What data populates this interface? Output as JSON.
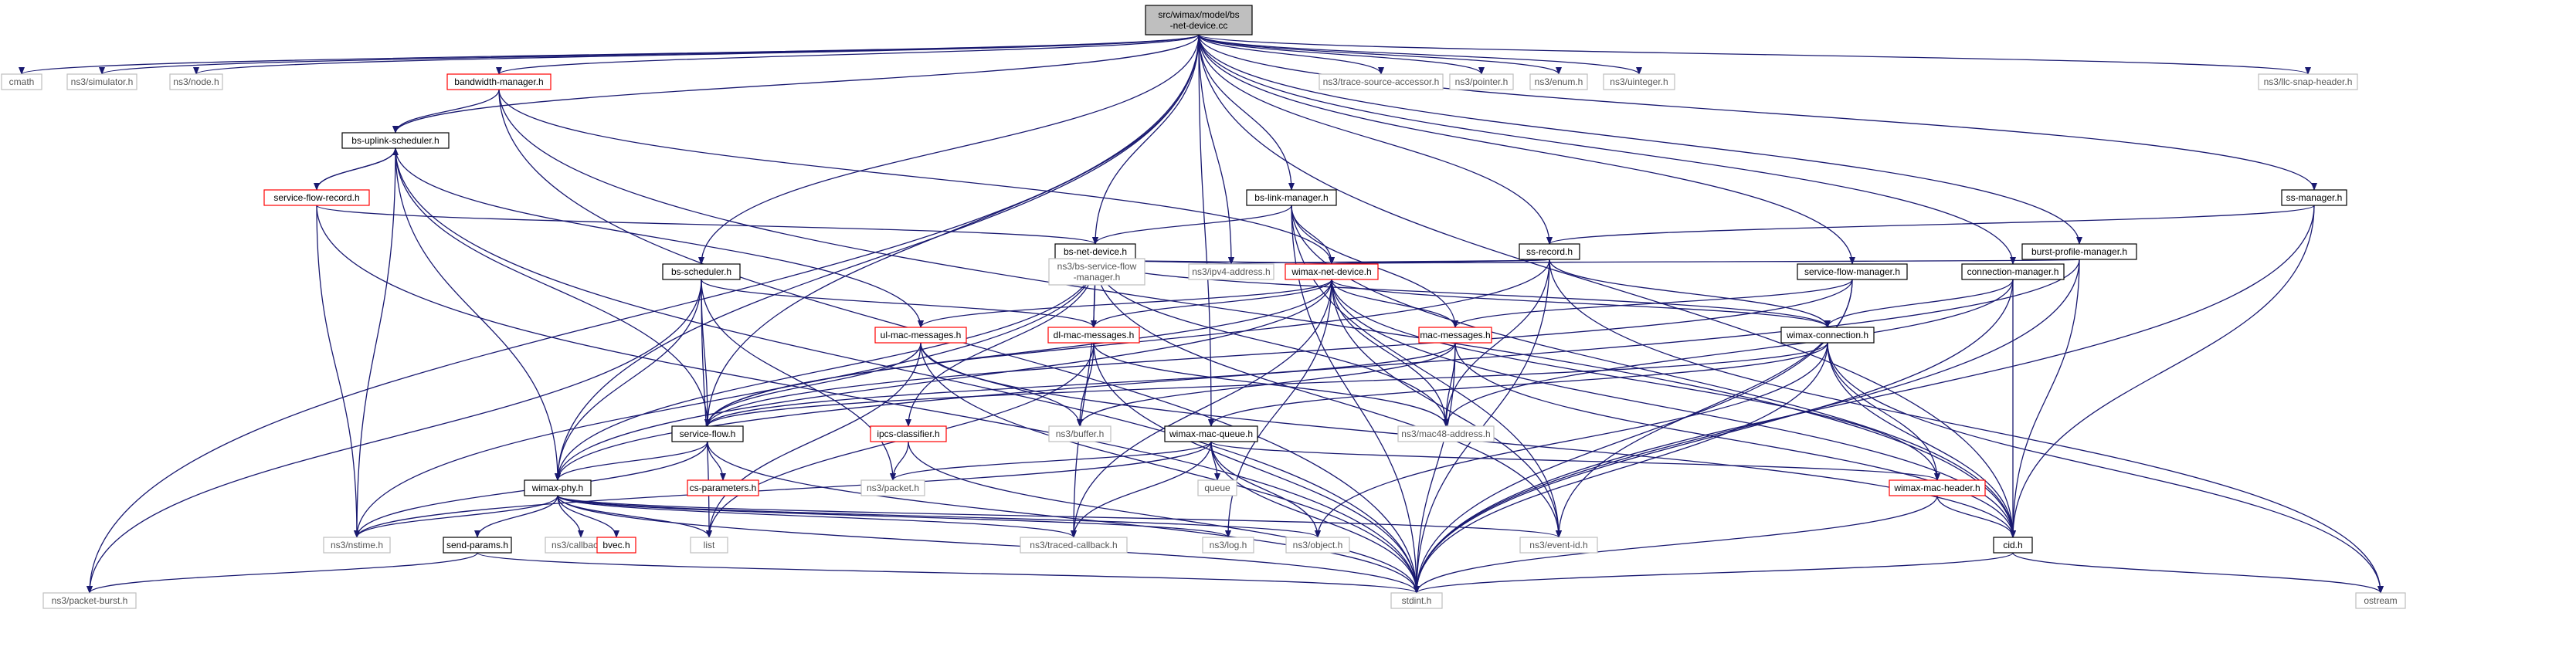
{
  "graph": {
    "colors": {
      "edge": "#191970",
      "root_fill": "#bfbfbf",
      "root_border": "#000000",
      "documented_border": "#000000",
      "red_border": "#ff0000",
      "external_border": "#bfbfbf",
      "external_text": "#555555",
      "node_text": "#000000",
      "node_fill": "#ffffff"
    },
    "nodes": [
      {
        "id": "root",
        "lines": [
          "src/wimax/model/bs",
          "-net-device.cc"
        ],
        "style": "root"
      },
      {
        "id": "cmath",
        "lines": [
          "cmath"
        ],
        "style": "external"
      },
      {
        "id": "simulator",
        "lines": [
          "ns3/simulator.h"
        ],
        "style": "external"
      },
      {
        "id": "node",
        "lines": [
          "ns3/node.h"
        ],
        "style": "external"
      },
      {
        "id": "bwmgr",
        "lines": [
          "bandwidth-manager.h"
        ],
        "style": "red"
      },
      {
        "id": "trace_src",
        "lines": [
          "ns3/trace-source-accessor.h"
        ],
        "style": "external"
      },
      {
        "id": "pointer",
        "lines": [
          "ns3/pointer.h"
        ],
        "style": "external"
      },
      {
        "id": "enum",
        "lines": [
          "ns3/enum.h"
        ],
        "style": "external"
      },
      {
        "id": "uinteger",
        "lines": [
          "ns3/uinteger.h"
        ],
        "style": "external"
      },
      {
        "id": "llc",
        "lines": [
          "ns3/llc-snap-header.h"
        ],
        "style": "external"
      },
      {
        "id": "bs_uplink",
        "lines": [
          "bs-uplink-scheduler.h"
        ],
        "style": "documented"
      },
      {
        "id": "sf_record",
        "lines": [
          "service-flow-record.h"
        ],
        "style": "red"
      },
      {
        "id": "bs_link",
        "lines": [
          "bs-link-manager.h"
        ],
        "style": "documented"
      },
      {
        "id": "ss_mgr",
        "lines": [
          "ss-manager.h"
        ],
        "style": "documented"
      },
      {
        "id": "bs_net",
        "lines": [
          "bs-net-device.h"
        ],
        "style": "documented"
      },
      {
        "id": "ss_record",
        "lines": [
          "ss-record.h"
        ],
        "style": "documented"
      },
      {
        "id": "burst_prof",
        "lines": [
          "burst-profile-manager.h"
        ],
        "style": "documented"
      },
      {
        "id": "bs_sched",
        "lines": [
          "bs-scheduler.h"
        ],
        "style": "documented"
      },
      {
        "id": "bs_sf_mgr",
        "lines": [
          "ns3/bs-service-flow",
          "-manager.h"
        ],
        "style": "external"
      },
      {
        "id": "ipv4",
        "lines": [
          "ns3/ipv4-address.h"
        ],
        "style": "external"
      },
      {
        "id": "wimax_net",
        "lines": [
          "wimax-net-device.h"
        ],
        "style": "red"
      },
      {
        "id": "sf_mgr",
        "lines": [
          "service-flow-manager.h"
        ],
        "style": "documented"
      },
      {
        "id": "conn_mgr",
        "lines": [
          "connection-manager.h"
        ],
        "style": "documented"
      },
      {
        "id": "ul_mac",
        "lines": [
          "ul-mac-messages.h"
        ],
        "style": "red"
      },
      {
        "id": "dl_mac",
        "lines": [
          "dl-mac-messages.h"
        ],
        "style": "red"
      },
      {
        "id": "mac_msgs",
        "lines": [
          "mac-messages.h"
        ],
        "style": "red"
      },
      {
        "id": "wimax_conn",
        "lines": [
          "wimax-connection.h"
        ],
        "style": "documented"
      },
      {
        "id": "sf",
        "lines": [
          "service-flow.h"
        ],
        "style": "documented"
      },
      {
        "id": "ipcs",
        "lines": [
          "ipcs-classifier.h"
        ],
        "style": "red"
      },
      {
        "id": "buffer",
        "lines": [
          "ns3/buffer.h"
        ],
        "style": "external"
      },
      {
        "id": "mac48",
        "lines": [
          "ns3/mac48-address.h"
        ],
        "style": "external"
      },
      {
        "id": "mac_queue",
        "lines": [
          "wimax-mac-queue.h"
        ],
        "style": "documented"
      },
      {
        "id": "cs_params",
        "lines": [
          "cs-parameters.h"
        ],
        "style": "red"
      },
      {
        "id": "packet",
        "lines": [
          "ns3/packet.h"
        ],
        "style": "external"
      },
      {
        "id": "queue",
        "lines": [
          "queue"
        ],
        "style": "external"
      },
      {
        "id": "mac_hdr",
        "lines": [
          "wimax-mac-header.h"
        ],
        "style": "red"
      },
      {
        "id": "phy",
        "lines": [
          "wimax-phy.h"
        ],
        "style": "documented"
      },
      {
        "id": "nstime",
        "lines": [
          "ns3/nstime.h"
        ],
        "style": "external"
      },
      {
        "id": "list",
        "lines": [
          "list"
        ],
        "style": "external"
      },
      {
        "id": "send_params",
        "lines": [
          "send-params.h"
        ],
        "style": "documented"
      },
      {
        "id": "callback",
        "lines": [
          "ns3/callback.h"
        ],
        "style": "external"
      },
      {
        "id": "bvec",
        "lines": [
          "bvec.h"
        ],
        "style": "red"
      },
      {
        "id": "traced_cb",
        "lines": [
          "ns3/traced-callback.h"
        ],
        "style": "external"
      },
      {
        "id": "log",
        "lines": [
          "ns3/log.h"
        ],
        "style": "external"
      },
      {
        "id": "object",
        "lines": [
          "ns3/object.h"
        ],
        "style": "external"
      },
      {
        "id": "event_id",
        "lines": [
          "ns3/event-id.h"
        ],
        "style": "external"
      },
      {
        "id": "cid",
        "lines": [
          "cid.h"
        ],
        "style": "documented"
      },
      {
        "id": "pkt_burst",
        "lines": [
          "ns3/packet-burst.h"
        ],
        "style": "external"
      },
      {
        "id": "stdint",
        "lines": [
          "stdint.h"
        ],
        "style": "external"
      },
      {
        "id": "ostream",
        "lines": [
          "ostream"
        ],
        "style": "external"
      }
    ],
    "edges": [
      [
        "root",
        "cmath"
      ],
      [
        "root",
        "simulator"
      ],
      [
        "root",
        "node"
      ],
      [
        "root",
        "bwmgr"
      ],
      [
        "root",
        "trace_src"
      ],
      [
        "root",
        "pointer"
      ],
      [
        "root",
        "enum"
      ],
      [
        "root",
        "uinteger"
      ],
      [
        "root",
        "llc"
      ],
      [
        "root",
        "bs_uplink"
      ],
      [
        "root",
        "bs_link"
      ],
      [
        "root",
        "ss_mgr"
      ],
      [
        "root",
        "bs_net"
      ],
      [
        "root",
        "ss_record"
      ],
      [
        "root",
        "burst_prof"
      ],
      [
        "root",
        "bs_sched"
      ],
      [
        "root",
        "ipv4"
      ],
      [
        "root",
        "sf_mgr"
      ],
      [
        "root",
        "conn_mgr"
      ],
      [
        "root",
        "sf"
      ],
      [
        "root",
        "mac_queue"
      ],
      [
        "root",
        "phy"
      ],
      [
        "root",
        "pkt_burst"
      ],
      [
        "root",
        "cid"
      ],
      [
        "bwmgr",
        "bs_uplink"
      ],
      [
        "bwmgr",
        "wimax_net"
      ],
      [
        "bwmgr",
        "stdint"
      ],
      [
        "bwmgr",
        "cid"
      ],
      [
        "bs_uplink",
        "sf_record"
      ],
      [
        "bs_uplink",
        "ul_mac"
      ],
      [
        "bs_uplink",
        "sf"
      ],
      [
        "bs_uplink",
        "phy"
      ],
      [
        "bs_uplink",
        "nstime"
      ],
      [
        "bs_uplink",
        "stdint"
      ],
      [
        "sf_record",
        "bs_uplink"
      ],
      [
        "sf_record",
        "bs_net"
      ],
      [
        "sf_record",
        "nstime"
      ],
      [
        "sf_record",
        "stdint"
      ],
      [
        "bs_link",
        "bs_net"
      ],
      [
        "bs_link",
        "wimax_net"
      ],
      [
        "bs_link",
        "mac_msgs"
      ],
      [
        "bs_link",
        "event_id"
      ],
      [
        "bs_link",
        "stdint"
      ],
      [
        "bs_link",
        "cid"
      ],
      [
        "ss_mgr",
        "ss_record"
      ],
      [
        "ss_mgr",
        "cid"
      ],
      [
        "ss_mgr",
        "stdint"
      ],
      [
        "bs_net",
        "bs_sf_mgr"
      ],
      [
        "bs_net",
        "ipv4"
      ],
      [
        "bs_net",
        "wimax_net"
      ],
      [
        "bs_net",
        "dl_mac"
      ],
      [
        "bs_net",
        "ipcs"
      ],
      [
        "bs_net",
        "wimax_conn"
      ],
      [
        "bs_net",
        "mac48"
      ],
      [
        "bs_net",
        "nstime"
      ],
      [
        "bs_net",
        "event_id"
      ],
      [
        "bs_net",
        "phy"
      ],
      [
        "bs_net",
        "traced_cb"
      ],
      [
        "ss_record",
        "ipv4"
      ],
      [
        "ss_record",
        "wimax_net"
      ],
      [
        "ss_record",
        "wimax_conn"
      ],
      [
        "ss_record",
        "mac48"
      ],
      [
        "ss_record",
        "sf"
      ],
      [
        "ss_record",
        "ostream"
      ],
      [
        "ss_record",
        "stdint"
      ],
      [
        "burst_prof",
        "wimax_net"
      ],
      [
        "burst_prof",
        "cid"
      ],
      [
        "burst_prof",
        "stdint"
      ],
      [
        "burst_prof",
        "phy"
      ],
      [
        "bs_sched",
        "dl_mac"
      ],
      [
        "bs_sched",
        "sf"
      ],
      [
        "bs_sched",
        "phy"
      ],
      [
        "bs_sched",
        "packet"
      ],
      [
        "bs_sched",
        "pkt_burst"
      ],
      [
        "bs_sched",
        "list"
      ],
      [
        "wimax_net",
        "ul_mac"
      ],
      [
        "wimax_net",
        "dl_mac"
      ],
      [
        "wimax_net",
        "mac_msgs"
      ],
      [
        "wimax_net",
        "wimax_conn"
      ],
      [
        "wimax_net",
        "mac48"
      ],
      [
        "wimax_net",
        "mac_hdr"
      ],
      [
        "wimax_net",
        "traced_cb"
      ],
      [
        "wimax_net",
        "log"
      ],
      [
        "wimax_net",
        "event_id"
      ],
      [
        "wimax_net",
        "cid"
      ],
      [
        "wimax_net",
        "sf"
      ],
      [
        "wimax_net",
        "phy"
      ],
      [
        "sf_mgr",
        "mac_msgs"
      ],
      [
        "sf_mgr",
        "event_id"
      ],
      [
        "sf_mgr",
        "stdint"
      ],
      [
        "sf_mgr",
        "sf"
      ],
      [
        "conn_mgr",
        "wimax_conn"
      ],
      [
        "conn_mgr",
        "cid"
      ],
      [
        "conn_mgr",
        "mac48"
      ],
      [
        "conn_mgr",
        "stdint"
      ],
      [
        "ul_mac",
        "buffer"
      ],
      [
        "ul_mac",
        "list"
      ],
      [
        "ul_mac",
        "stdint"
      ],
      [
        "ul_mac",
        "sf"
      ],
      [
        "ul_mac",
        "cid"
      ],
      [
        "dl_mac",
        "buffer"
      ],
      [
        "dl_mac",
        "mac48"
      ],
      [
        "dl_mac",
        "list"
      ],
      [
        "dl_mac",
        "stdint"
      ],
      [
        "mac_msgs",
        "buffer"
      ],
      [
        "mac_msgs",
        "mac48"
      ],
      [
        "mac_msgs",
        "sf"
      ],
      [
        "mac_msgs",
        "cid"
      ],
      [
        "mac_msgs",
        "stdint"
      ],
      [
        "wimax_conn",
        "mac_queue"
      ],
      [
        "wimax_conn",
        "mac_hdr"
      ],
      [
        "wimax_conn",
        "cid"
      ],
      [
        "wimax_conn",
        "sf"
      ],
      [
        "wimax_conn",
        "object"
      ],
      [
        "wimax_conn",
        "ostream"
      ],
      [
        "wimax_conn",
        "stdint"
      ],
      [
        "sf",
        "cs_params"
      ],
      [
        "sf",
        "phy"
      ],
      [
        "sf",
        "nstime"
      ],
      [
        "sf",
        "stdint"
      ],
      [
        "ipcs",
        "packet"
      ],
      [
        "ipcs",
        "stdint"
      ],
      [
        "mac_queue",
        "packet"
      ],
      [
        "mac_queue",
        "queue"
      ],
      [
        "mac_queue",
        "mac_hdr"
      ],
      [
        "mac_queue",
        "traced_cb"
      ],
      [
        "mac_queue",
        "object"
      ],
      [
        "mac_queue",
        "nstime"
      ],
      [
        "mac_queue",
        "stdint"
      ],
      [
        "mac_hdr",
        "cid"
      ],
      [
        "mac_hdr",
        "stdint"
      ],
      [
        "phy",
        "nstime"
      ],
      [
        "phy",
        "list"
      ],
      [
        "phy",
        "send_params"
      ],
      [
        "phy",
        "callback"
      ],
      [
        "phy",
        "bvec"
      ],
      [
        "phy",
        "traced_cb"
      ],
      [
        "phy",
        "log"
      ],
      [
        "phy",
        "object"
      ],
      [
        "phy",
        "event_id"
      ],
      [
        "phy",
        "stdint"
      ],
      [
        "send_params",
        "pkt_burst"
      ],
      [
        "send_params",
        "stdint"
      ],
      [
        "cid",
        "stdint"
      ],
      [
        "cid",
        "ostream"
      ]
    ]
  }
}
